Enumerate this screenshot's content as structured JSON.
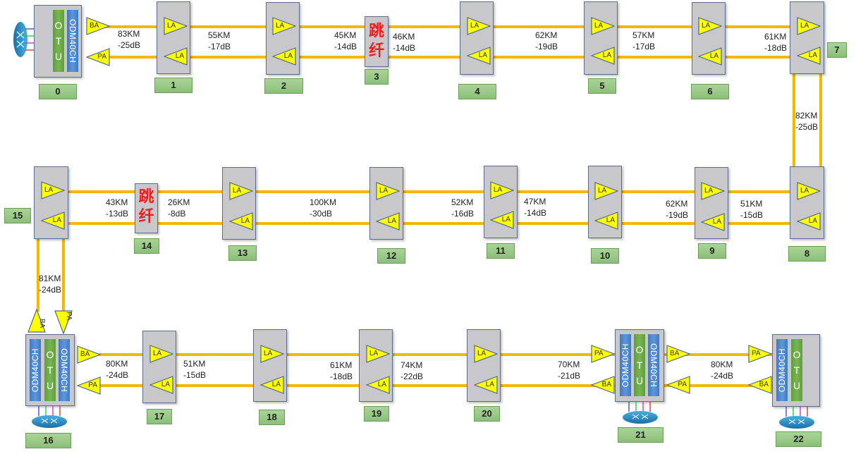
{
  "title": "Optical transmission link topology",
  "colors": {
    "fiber": "#f5b800",
    "amp_fill": "#ffff00",
    "otu": "#6aa846",
    "odm": "#4a88cf",
    "jump_text": "#ee1c1c",
    "label_bg": "#9bc98a"
  },
  "amp_labels": {
    "la": "LA",
    "ba": "BA",
    "pa": "PA"
  },
  "otu_label": [
    "O",
    "T",
    "U"
  ],
  "odm_label": "ODM40CH",
  "jump_label": [
    "跳",
    "纤"
  ],
  "nodes": [
    "0",
    "1",
    "2",
    "3",
    "4",
    "5",
    "6",
    "7",
    "8",
    "9",
    "10",
    "11",
    "12",
    "13",
    "14",
    "15",
    "16",
    "17",
    "18",
    "19",
    "20",
    "21",
    "22"
  ],
  "node_types": {
    "0": "terminal",
    "1": "line-amp",
    "2": "line-amp",
    "3": "fiber-jumper",
    "4": "line-amp",
    "5": "line-amp",
    "6": "line-amp",
    "7": "line-amp",
    "8": "line-amp",
    "9": "line-amp",
    "10": "line-amp",
    "11": "line-amp",
    "12": "line-amp",
    "13": "line-amp",
    "14": "fiber-jumper",
    "15": "line-amp",
    "16": "oadm-terminal",
    "17": "line-amp",
    "18": "line-amp",
    "19": "line-amp",
    "20": "line-amp",
    "21": "oadm-terminal",
    "22": "terminal"
  },
  "spans": [
    {
      "from": "0",
      "to": "1",
      "km": "83KM",
      "loss": "-25dB"
    },
    {
      "from": "1",
      "to": "2",
      "km": "55KM",
      "loss": "-17dB"
    },
    {
      "from": "2",
      "to": "3",
      "km": "45KM",
      "loss": "-14dB"
    },
    {
      "from": "3",
      "to": "4",
      "km": "46KM",
      "loss": "-14dB"
    },
    {
      "from": "4",
      "to": "5",
      "km": "62KM",
      "loss": "-19dB"
    },
    {
      "from": "5",
      "to": "6",
      "km": "57KM",
      "loss": "-17dB"
    },
    {
      "from": "6",
      "to": "7",
      "km": "61KM",
      "loss": "-18dB"
    },
    {
      "from": "7",
      "to": "8",
      "km": "82KM",
      "loss": "-25dB"
    },
    {
      "from": "8",
      "to": "9",
      "km": "51KM",
      "loss": "-15dB"
    },
    {
      "from": "9",
      "to": "10",
      "km": "62KM",
      "loss": "-19dB"
    },
    {
      "from": "10",
      "to": "11",
      "km": "47KM",
      "loss": "-14dB"
    },
    {
      "from": "11",
      "to": "12",
      "km": "52KM",
      "loss": "-16dB"
    },
    {
      "from": "12",
      "to": "13",
      "km": "100KM",
      "loss": "-30dB"
    },
    {
      "from": "13",
      "to": "14",
      "km": "26KM",
      "loss": "-8dB"
    },
    {
      "from": "14",
      "to": "15",
      "km": "43KM",
      "loss": "-13dB"
    },
    {
      "from": "15",
      "to": "16",
      "km": "81KM",
      "loss": "-24dB"
    },
    {
      "from": "16",
      "to": "17",
      "km": "80KM",
      "loss": "-24dB"
    },
    {
      "from": "17",
      "to": "18",
      "km": "51KM",
      "loss": "-15dB"
    },
    {
      "from": "18",
      "to": "19",
      "km": "61KM",
      "loss": "-18dB"
    },
    {
      "from": "19",
      "to": "20",
      "km": "74KM",
      "loss": "-22dB"
    },
    {
      "from": "20",
      "to": "21",
      "km": "70KM",
      "loss": "-21dB"
    },
    {
      "from": "21",
      "to": "22",
      "km": "80KM",
      "loss": "-24dB"
    }
  ]
}
